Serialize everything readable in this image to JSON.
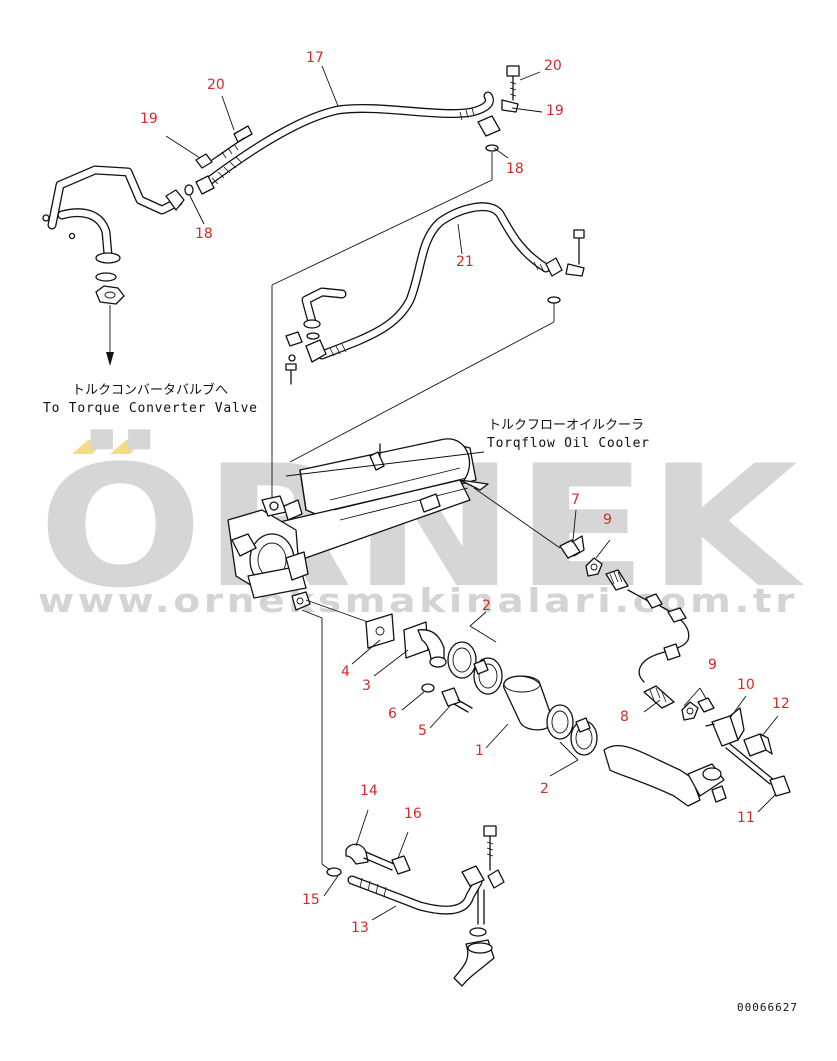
{
  "callouts": [
    {
      "id": "c1",
      "text": "1"
    },
    {
      "id": "c2a",
      "text": "2"
    },
    {
      "id": "c2b",
      "text": "2"
    },
    {
      "id": "c3",
      "text": "3"
    },
    {
      "id": "c4",
      "text": "4"
    },
    {
      "id": "c5",
      "text": "5"
    },
    {
      "id": "c6",
      "text": "6"
    },
    {
      "id": "c7",
      "text": "7"
    },
    {
      "id": "c8",
      "text": "8"
    },
    {
      "id": "c9a",
      "text": "9"
    },
    {
      "id": "c9b",
      "text": "9"
    },
    {
      "id": "c10",
      "text": "10"
    },
    {
      "id": "c11",
      "text": "11"
    },
    {
      "id": "c12",
      "text": "12"
    },
    {
      "id": "c13",
      "text": "13"
    },
    {
      "id": "c14",
      "text": "14"
    },
    {
      "id": "c15",
      "text": "15"
    },
    {
      "id": "c16",
      "text": "16"
    },
    {
      "id": "c17",
      "text": "17"
    },
    {
      "id": "c18a",
      "text": "18"
    },
    {
      "id": "c18b",
      "text": "18"
    },
    {
      "id": "c19a",
      "text": "19"
    },
    {
      "id": "c19b",
      "text": "19"
    },
    {
      "id": "c20a",
      "text": "20"
    },
    {
      "id": "c20b",
      "text": "20"
    },
    {
      "id": "c21",
      "text": "21"
    }
  ],
  "captions": {
    "converter_jp": "トルクコンバータバルブへ",
    "converter_en": "To Torque Converter Valve",
    "cooler_jp": "トルクフローオイルクーラ",
    "cooler_en": "Torqflow Oil Cooler"
  },
  "watermark": {
    "brand": "ÖRNEK",
    "site": "www.orneksmakinalari.com.tr"
  },
  "drawing_code": "00066627",
  "colors": {
    "callout": "#d42a2a",
    "line": "#111111",
    "watermark": "#d6d6d6",
    "watermark_accent": "#f2dc8a"
  }
}
